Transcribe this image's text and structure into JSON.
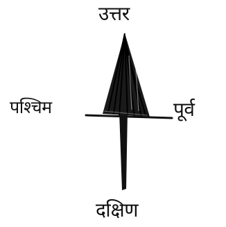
{
  "directions": {
    "north": "उत्तर",
    "south": "दक्षिण",
    "east": "पूर्व",
    "west": "पश्चिम"
  },
  "colors": {
    "ink": "#111111",
    "background": "#ffffff"
  }
}
